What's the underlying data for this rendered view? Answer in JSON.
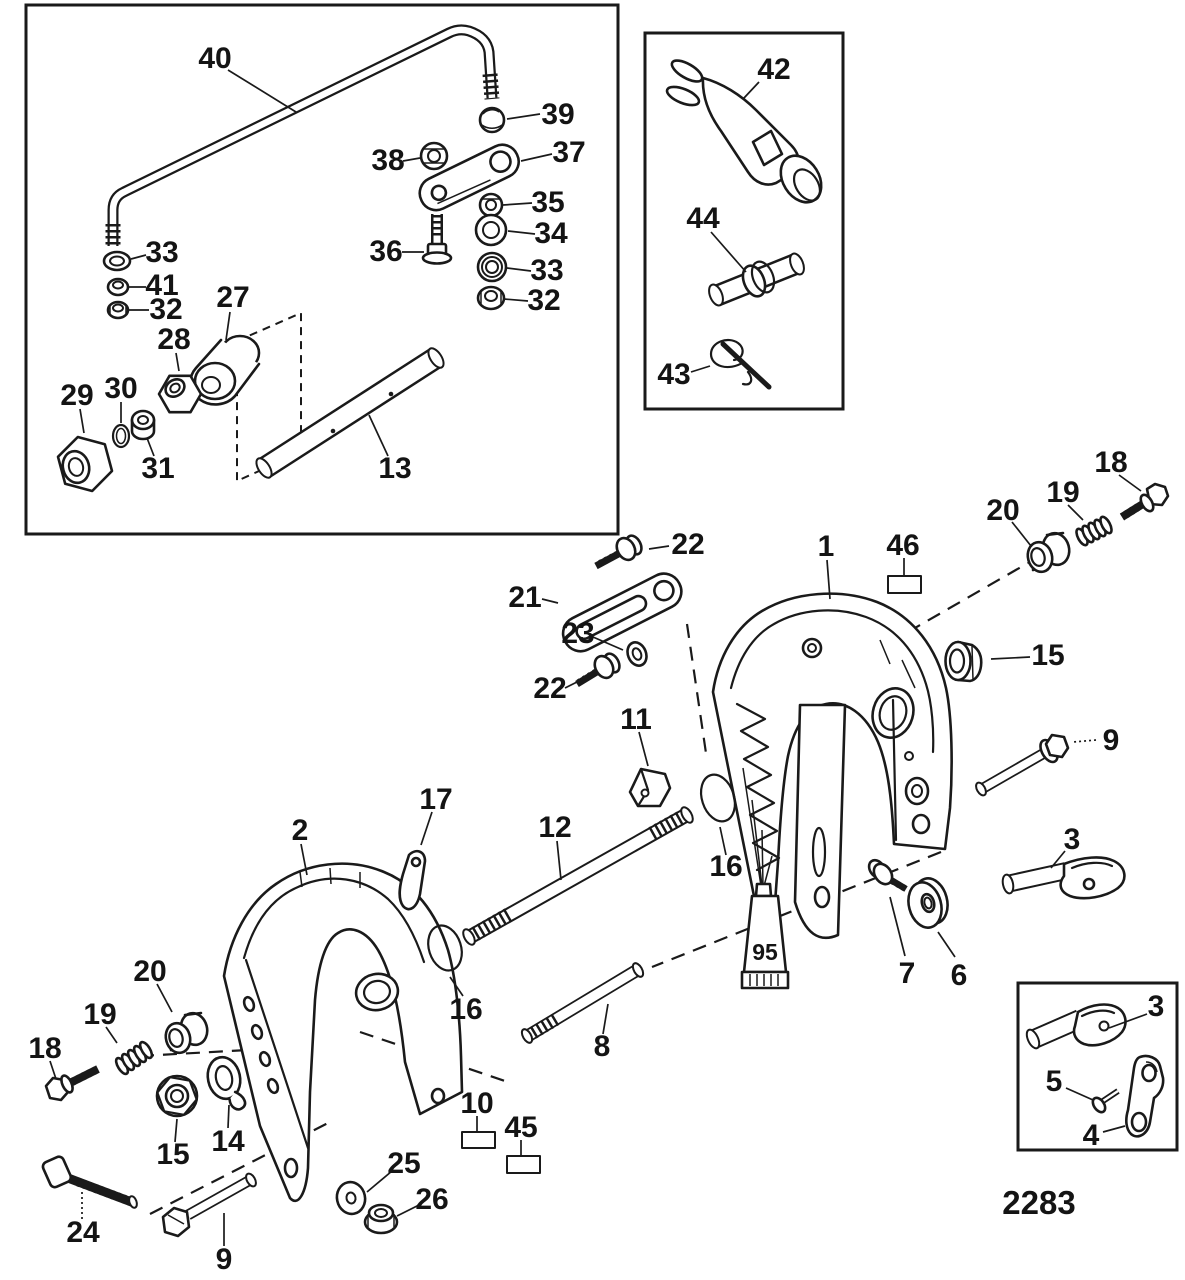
{
  "figure": {
    "drawing_number": "2283",
    "lubricant_tube_label": "95"
  },
  "callouts": [
    {
      "label": "40"
    },
    {
      "label": "39"
    },
    {
      "label": "38"
    },
    {
      "label": "37"
    },
    {
      "label": "35"
    },
    {
      "label": "34"
    },
    {
      "label": "36"
    },
    {
      "label": "33"
    },
    {
      "label": "32"
    },
    {
      "label": "33"
    },
    {
      "label": "41"
    },
    {
      "label": "32"
    },
    {
      "label": "27"
    },
    {
      "label": "28"
    },
    {
      "label": "30"
    },
    {
      "label": "29"
    },
    {
      "label": "31"
    },
    {
      "label": "13"
    },
    {
      "label": "42"
    },
    {
      "label": "44"
    },
    {
      "label": "43"
    },
    {
      "label": "22"
    },
    {
      "label": "21"
    },
    {
      "label": "23"
    },
    {
      "label": "22"
    },
    {
      "label": "11"
    },
    {
      "label": "1"
    },
    {
      "label": "46"
    },
    {
      "label": "20"
    },
    {
      "label": "19"
    },
    {
      "label": "18"
    },
    {
      "label": "15"
    },
    {
      "label": "9"
    },
    {
      "label": "3"
    },
    {
      "label": "2"
    },
    {
      "label": "17"
    },
    {
      "label": "12"
    },
    {
      "label": "16"
    },
    {
      "label": "16"
    },
    {
      "label": "7"
    },
    {
      "label": "6"
    },
    {
      "label": "20"
    },
    {
      "label": "19"
    },
    {
      "label": "18"
    },
    {
      "label": "15"
    },
    {
      "label": "14"
    },
    {
      "label": "10"
    },
    {
      "label": "45"
    },
    {
      "label": "8"
    },
    {
      "label": "24"
    },
    {
      "label": "9"
    },
    {
      "label": "25"
    },
    {
      "label": "26"
    },
    {
      "label": "3"
    },
    {
      "label": "5"
    },
    {
      "label": "4"
    }
  ]
}
